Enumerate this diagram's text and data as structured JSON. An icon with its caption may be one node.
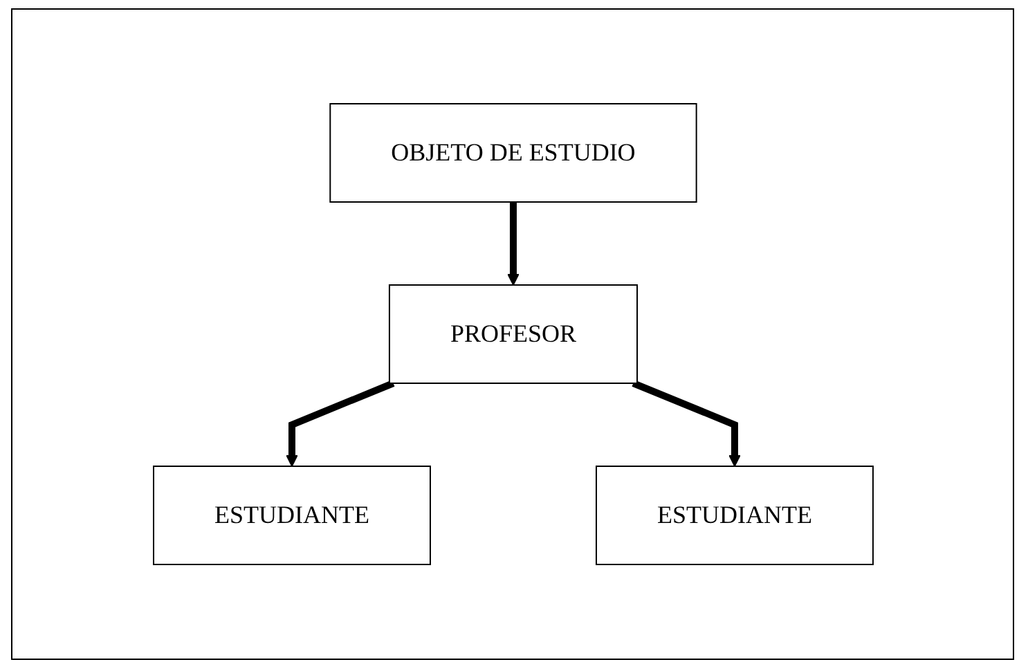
{
  "diagram": {
    "nodes": [
      {
        "text": [
          "OBJETO DE ESTUDIO"
        ]
      },
      {
        "text": [
          "PROFESOR"
        ]
      },
      {
        "text": [
          "ESTUDIANTE"
        ]
      },
      {
        "text": [
          "ESTUDIANTE"
        ]
      }
    ],
    "edges": [
      {
        "from": 0,
        "to": 1,
        "arrow": "to"
      },
      {
        "from": 1,
        "to": 2,
        "arrow": "to"
      },
      {
        "from": 1,
        "to": 3,
        "arrow": "to"
      }
    ]
  }
}
